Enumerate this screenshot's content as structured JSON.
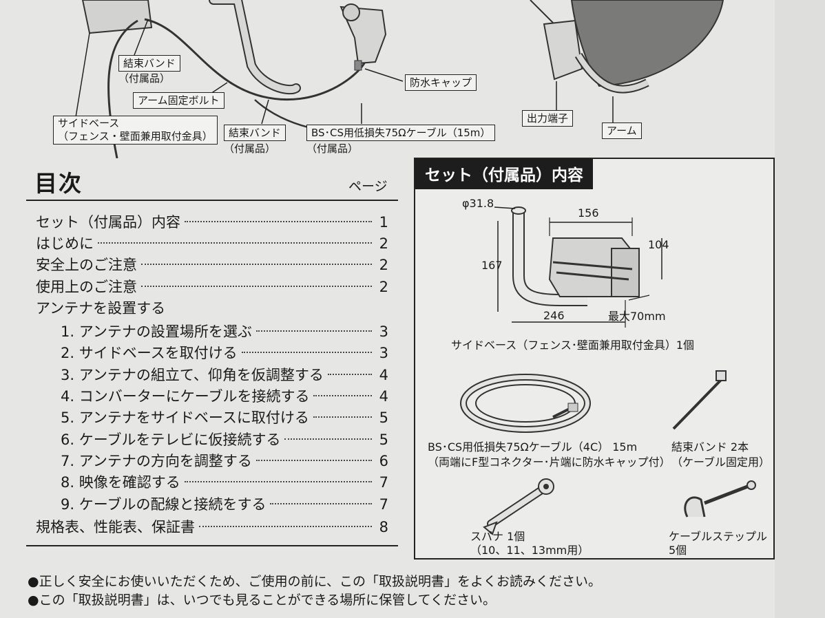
{
  "top_labels": {
    "band1": "結束バンド",
    "band1_sub": "（付属品）",
    "arm_bolt": "アーム固定ボルト",
    "side_base": "サイドベース",
    "side_base_sub": "（フェンス・壁面兼用取付金具）",
    "band2": "結束バンド",
    "band2_sub": "（付属品）",
    "cable": "BS･CS用低損失75Ωケーブル（15m）",
    "cable_sub": "（付属品）",
    "cap": "防水キャップ",
    "output": "出力端子",
    "arm": "アーム"
  },
  "toc": {
    "title": "目次",
    "page_header": "ページ",
    "items": [
      {
        "label": "セット（付属品）内容",
        "page": "1"
      },
      {
        "label": "はじめに",
        "page": "2"
      },
      {
        "label": "安全上のご注意",
        "page": "2"
      },
      {
        "label": "使用上のご注意",
        "page": "2"
      },
      {
        "label": "アンテナを設置する",
        "page": ""
      },
      {
        "label": "1. アンテナの設置場所を選ぶ",
        "page": "3"
      },
      {
        "label": "2. サイドベースを取付ける",
        "page": "3"
      },
      {
        "label": "3. アンテナの組立て、仰角を仮調整する",
        "page": "4"
      },
      {
        "label": "4. コンバーターにケーブルを接続する",
        "page": "4"
      },
      {
        "label": "5. アンテナをサイドベースに取付ける",
        "page": "5"
      },
      {
        "label": "6. ケーブルをテレビに仮接続する",
        "page": "5"
      },
      {
        "label": "7. アンテナの方向を調整する",
        "page": "6"
      },
      {
        "label": "8. 映像を確認する",
        "page": "7"
      },
      {
        "label": "9. ケーブルの配線と接続をする",
        "page": "7"
      },
      {
        "label": "規格表、性能表、保証書",
        "page": "8"
      }
    ]
  },
  "set_contents": {
    "title": "セット（付属品）内容",
    "dim_diameter": "φ31.8",
    "dim_156": "156",
    "dim_104": "104",
    "dim_167": "167",
    "dim_246": "246",
    "dim_max": "最大70mm",
    "side_base_caption": "サイドベース（フェンス･壁面兼用取付金具）1個",
    "cable_caption_1": "BS･CS用低損失75Ωケーブル（4C） 15m",
    "cable_caption_2": "（両端にF型コネクター･片端に防水キャップ付）",
    "band_caption_1": "結束バンド 2本",
    "band_caption_2": "（ケーブル固定用）",
    "spanner_caption_1": "スパナ 1個",
    "spanner_caption_2": "（10、11、13mm用）",
    "staple_caption_1": "ケーブルステップル",
    "staple_caption_2": "5個"
  },
  "notes": [
    "●正しく安全にお使いいただくため、ご使用の前に、この「取扱説明書」をよくお読みください。",
    "●この「取扱説明書」は、いつでも見ることができる場所に保管してください。"
  ]
}
